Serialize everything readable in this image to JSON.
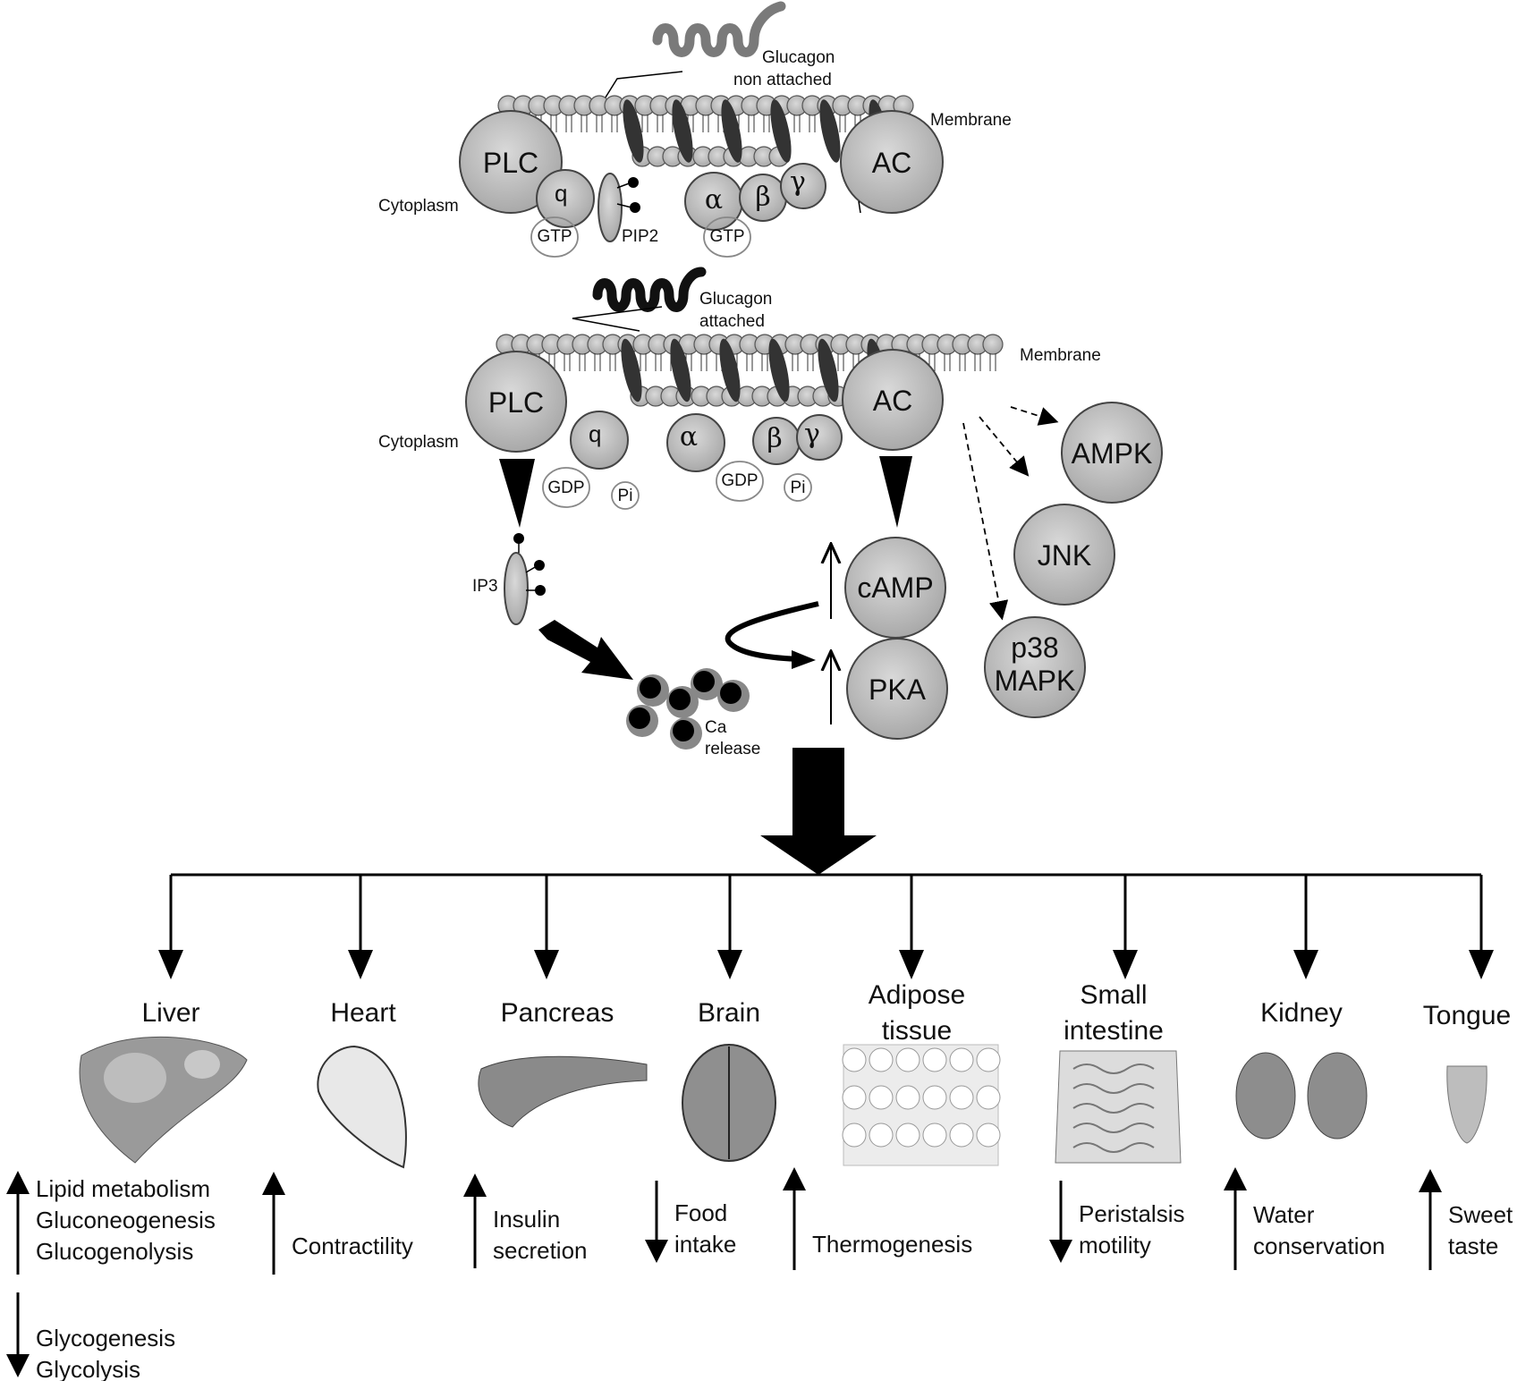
{
  "top_panel": {
    "glucagon_label": [
      "Glucagon",
      "non attached"
    ],
    "membrane_label": "Membrane",
    "cytoplasm_label": "Cytoplasm",
    "plc": "PLC",
    "ac": "AC",
    "gq": "q",
    "g_alpha": "α",
    "g_beta": "β",
    "g_gamma": "γ",
    "gtp_left": "GTP",
    "gtp_right": "GTP",
    "pip2": "PIP2"
  },
  "bottom_panel": {
    "glucagon_label": [
      "Glucagon",
      "attached"
    ],
    "membrane_label": "Membrane",
    "cytoplasm_label": "Cytoplasm",
    "plc": "PLC",
    "ac": "AC",
    "gq": "q",
    "g_alpha": "α",
    "g_beta": "β",
    "g_gamma": "γ",
    "gdp_left": "GDP",
    "pi_left": "Pi",
    "gdp_right": "GDP",
    "pi_right": "Pi",
    "ip3": "IP3",
    "ca_release": [
      "Ca",
      "release"
    ],
    "camp": "cAMP",
    "pka": "PKA",
    "ampk": "AMPK",
    "jnk": "JNK",
    "p38": [
      "p38",
      "MAPK"
    ]
  },
  "organs": [
    {
      "name": [
        "Liver"
      ],
      "effects_up": [
        "Lipid metabolism",
        "Gluconeogenesis",
        "Glucogenolysis"
      ],
      "effects_down": [
        "Glycogenesis",
        "Glycolysis"
      ]
    },
    {
      "name": [
        "Heart"
      ],
      "effects_up": [
        "Contractility"
      ]
    },
    {
      "name": [
        "Pancreas"
      ],
      "effects_up": [
        "Insulin",
        "secretion"
      ]
    },
    {
      "name": [
        "Brain"
      ],
      "effects_down": [
        "Food",
        "intake"
      ]
    },
    {
      "name": [
        "Adipose",
        "tissue"
      ],
      "effects_up": [
        "Thermogenesis"
      ]
    },
    {
      "name": [
        "Small",
        "intestine"
      ],
      "effects_down": [
        "Peristalsis",
        "motility"
      ]
    },
    {
      "name": [
        "Kidney"
      ],
      "effects_up": [
        "Water",
        "conservation"
      ]
    },
    {
      "name": [
        "Tongue"
      ],
      "effects_up": [
        "Sweet",
        "taste"
      ]
    }
  ],
  "colors": {
    "protein_fill": "#bfbfbf",
    "protein_stroke": "#444444",
    "helix_top": "#7a7a7a",
    "helix_bottom": "#111111",
    "arrow": "#000000"
  }
}
